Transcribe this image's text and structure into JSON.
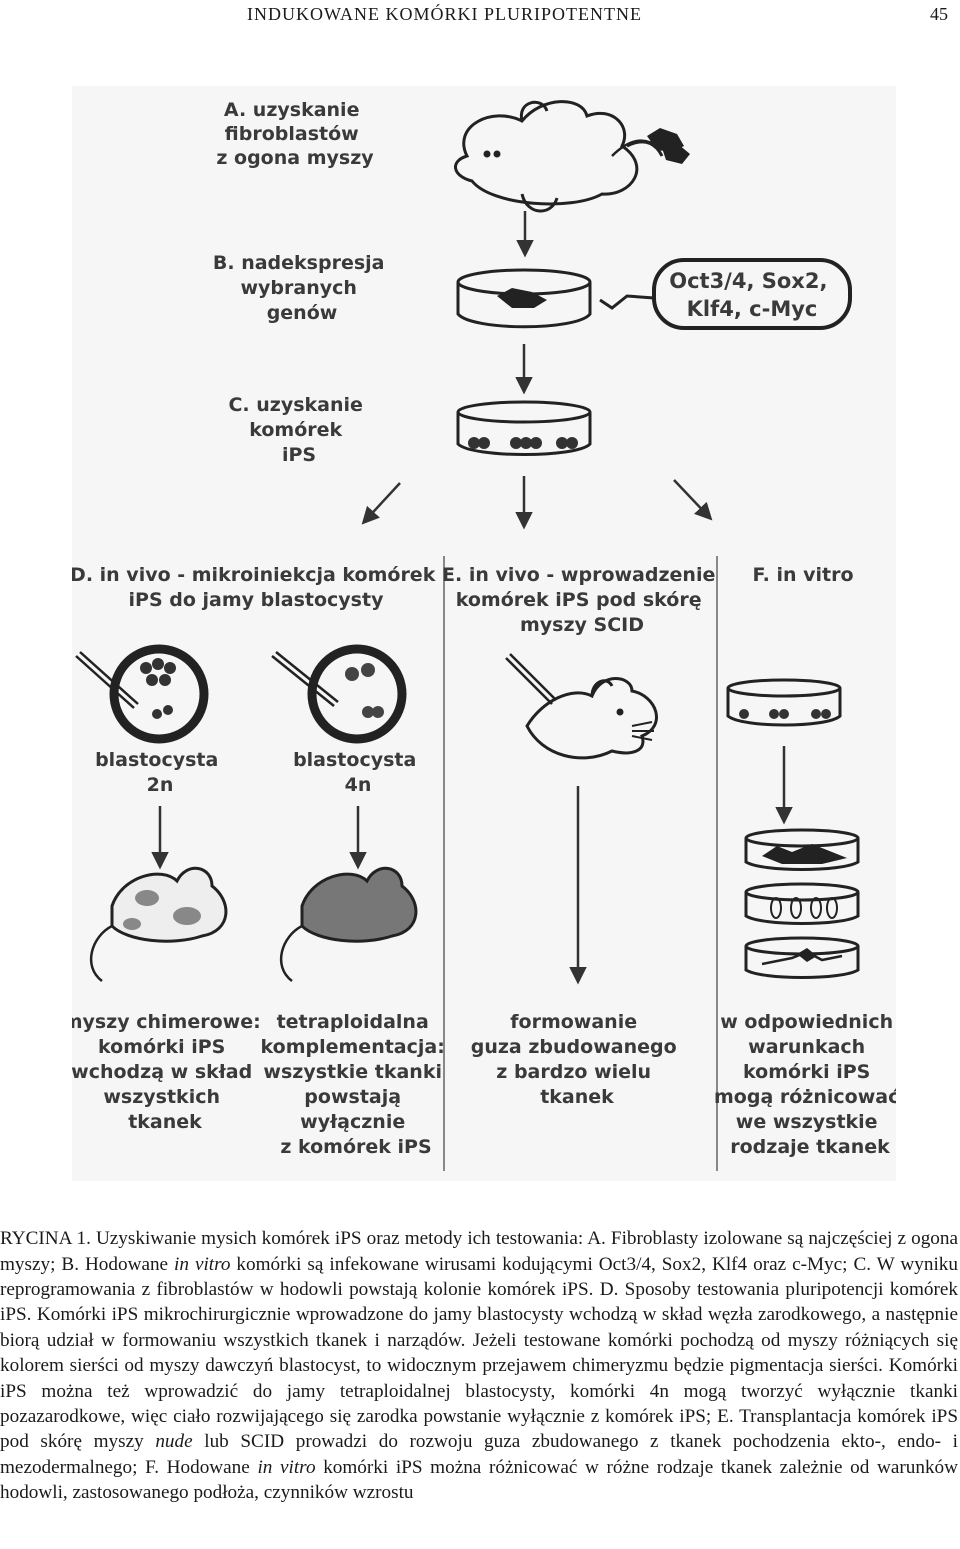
{
  "header": {
    "running_title": "INDUKOWANE  KOMÓRKI  PLURIPOTENTNE",
    "page_number": "45"
  },
  "figure": {
    "step_a": [
      "A. uzyskanie",
      "fibroblastów",
      "z ogona myszy"
    ],
    "step_b": [
      "B. nadekspresja",
      "wybranych",
      "genów"
    ],
    "genes": [
      "Oct3/4, Sox2,",
      "Klf4, c-Myc"
    ],
    "step_c": [
      "C. uzyskanie",
      "komórek",
      "iPS"
    ],
    "step_d": [
      "D. in vivo - mikroiniekcja komórek",
      "iPS do jamy blastocysty"
    ],
    "step_e": [
      "E. in vivo - wprowadzenie",
      "komórek iPS pod skórę",
      "myszy SCID"
    ],
    "step_f": [
      "F. in vitro"
    ],
    "blast_2n": [
      "blastocysta",
      "2n"
    ],
    "blast_4n": [
      "blastocysta",
      "4n"
    ],
    "result_chimeric": [
      "myszy chimerowe:",
      "komórki iPS",
      "wchodzą w skład",
      "wszystkich",
      "tkanek"
    ],
    "result_tetraploid": [
      "tetraploidalna",
      "komplementacja:",
      "wszystkie tkanki",
      "powstają",
      "wyłącznie",
      "z komórek iPS"
    ],
    "result_tumor": [
      "formowanie",
      "guza zbudowanego",
      "z bardzo wielu",
      "tkanek"
    ],
    "result_invitro": [
      "w odpowiednich",
      "warunkach",
      "komórki iPS",
      "mogą różnicować",
      "we wszystkie",
      "rodzaje tkanek"
    ]
  },
  "caption": {
    "p1": "RYCINA 1. Uzyskiwanie mysich komórek iPS oraz metody ich testowania: A. Fibroblasty izolowane są najczęściej z ogona myszy; B. Hodowane ",
    "p1_italic": "in vitro",
    "p2": " komórki są infekowane wirusami kodującymi Oct3/4, Sox2, Klf4 oraz c-Myc; C. W wyniku reprogramowania z fibroblastów w hodowli powstają kolonie komórek iPS. D. Sposoby testowania pluripotencji komórek iPS. Komórki iPS mikrochirurgicznie wprowadzone do jamy blastocysty wchodzą w skład węzła zarodkowego, a następnie biorą udział w formowaniu wszystkich tkanek i narządów. Jeżeli testowane komórki pochodzą od myszy różniących się kolorem sierści od myszy dawczyń blastocyst, to widocznym przejawem chimeryzmu będzie pigmentacja sierści. Komórki iPS można też wprowadzić do jamy tetraploidalnej blastocysty, komórki 4n mogą tworzyć wyłącznie tkanki pozazarodkowe, więc ciało rozwijającego się zarodka powstanie wyłącznie z komórek iPS; E. Transplantacja komórek iPS pod skórę myszy ",
    "p2_italic": "nude",
    "p3": " lub SCID prowadzi do rozwoju guza zbudowanego z tkanek pochodzenia ekto-, endo- i mezodermalnego; F. Hodowane ",
    "p3_italic": "in vitro",
    "p4": " komórki iPS można różnicować w różne rodzaje tkanek zależnie od warunków hodowli, zastosowanego podłoża, czynników wzrostu"
  }
}
